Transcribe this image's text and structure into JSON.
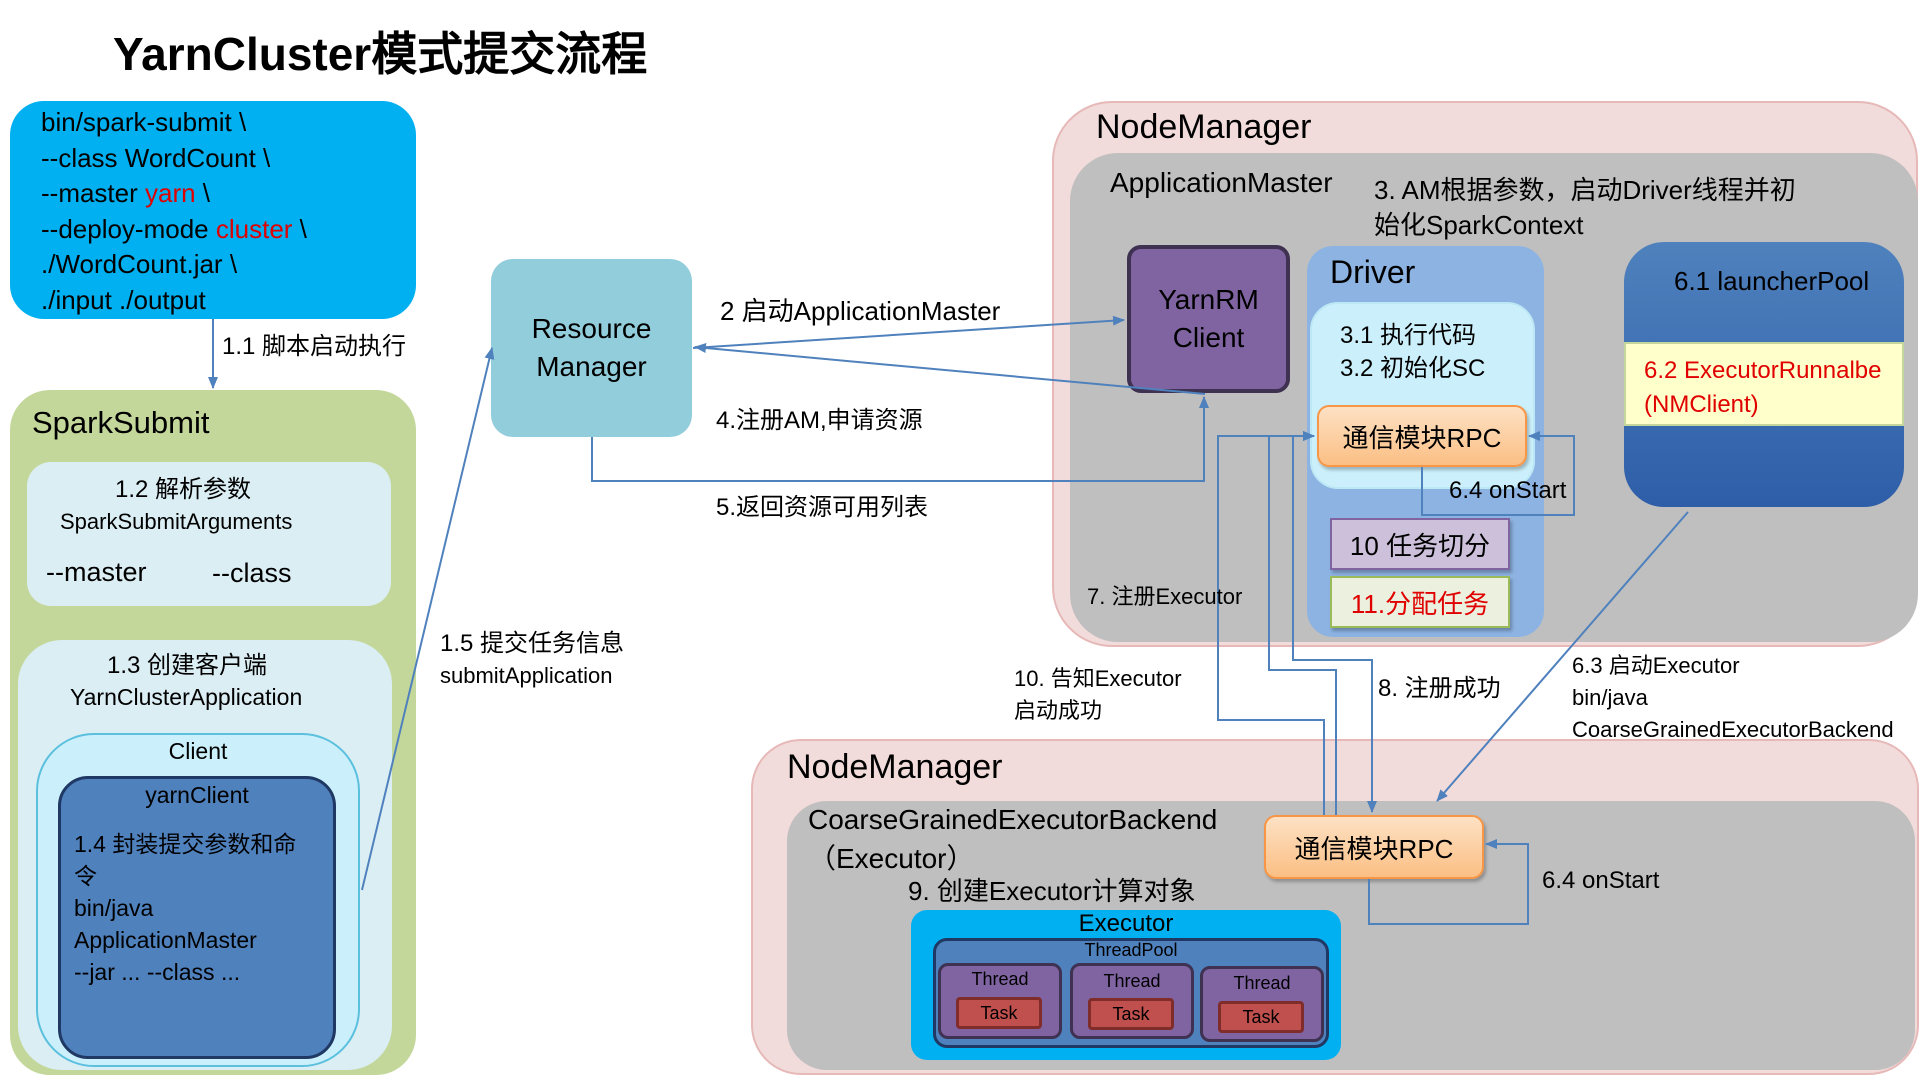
{
  "title": "YarnCluster模式提交流程",
  "command": {
    "line1": "bin/spark-submit \\",
    "line2": "--class WordCount \\",
    "line3_pre": "--master ",
    "line3_red": "yarn",
    "line3_post": " \\",
    "line4_pre": "--deploy-mode ",
    "line4_red": "cluster",
    "line4_post": " \\",
    "line5": "./WordCount.jar \\",
    "line6": "./input ./output"
  },
  "spark_submit": {
    "title": "SparkSubmit",
    "parse_step": "1.2 解析参数",
    "parse_class": "SparkSubmitArguments",
    "master": "--master",
    "class": "--class",
    "create_step": "1.3 创建客户端",
    "create_class": "YarnClusterApplication",
    "client": "Client",
    "yarn_client": "yarnClient",
    "wrap_l1": "1.4 封装提交参数和命",
    "wrap_l2": "令",
    "wrap_l3": "bin/java",
    "wrap_l4": "ApplicationMaster",
    "wrap_l5": "--jar ... --class ..."
  },
  "resource_manager": {
    "line1": "Resource",
    "line2": "Manager"
  },
  "node_manager_top": {
    "title": "NodeManager",
    "app_master": "ApplicationMaster",
    "step3_l1": "3. AM根据参数，启动Driver线程并初",
    "step3_l2": "始化SparkContext",
    "yarnrm_l1": "YarnRM",
    "yarnrm_l2": "Client",
    "driver": "Driver",
    "driver_step1": "3.1 执行代码",
    "driver_step2": "3.2 初始化SC",
    "rpc": "通信模块RPC",
    "onstart": "6.4 onStart",
    "task_split": "10 任务切分",
    "task_assign": "11.分配任务",
    "launcher_pool": "6.1 launcherPool",
    "runnable_l1": "6.2 ExecutorRunnalbe",
    "runnable_l2": "(NMClient)"
  },
  "node_manager_bottom": {
    "title": "NodeManager",
    "backend_l1": "CoarseGrainedExecutorBackend",
    "backend_l2": "（Executor）",
    "step9": "9. 创建Executor计算对象",
    "rpc": "通信模块RPC",
    "onstart": "6.4 onStart",
    "executor": "Executor",
    "thread_pool": "ThreadPool",
    "threads": [
      "Thread",
      "Thread",
      "Thread"
    ],
    "tasks": [
      "Task",
      "Task",
      "Task"
    ]
  },
  "labels": {
    "step1_1": "1.1 脚本启动执行",
    "step1_5_l1": "1.5 提交任务信息",
    "step1_5_l2": "submitApplication",
    "step2": "2 启动ApplicationMaster",
    "step4": "4.注册AM,申请资源",
    "step5": "5.返回资源可用列表",
    "step7": "7. 注册Executor",
    "step8": "8. 注册成功",
    "step10_l1": "10. 告知Executor",
    "step10_l2": "启动成功",
    "step6_3_l1": "6.3 启动Executor",
    "step6_3_l2": "bin/java",
    "step6_3_l3": "CoarseGrainedExecutorBackend"
  },
  "colors": {
    "command_bg": "#00b0f0",
    "spark_submit_bg": "#c4d79b",
    "resource_manager_bg": "#92cddc",
    "node_manager_bg": "#f2dcdb",
    "container_bg": "#bfbfbf",
    "yarnrm_bg": "#8064a2",
    "driver_bg": "#8db3e2",
    "rpc_bg": "#fbbf84",
    "arrow": "#4f81bd",
    "highlight_red": "#e00000"
  }
}
